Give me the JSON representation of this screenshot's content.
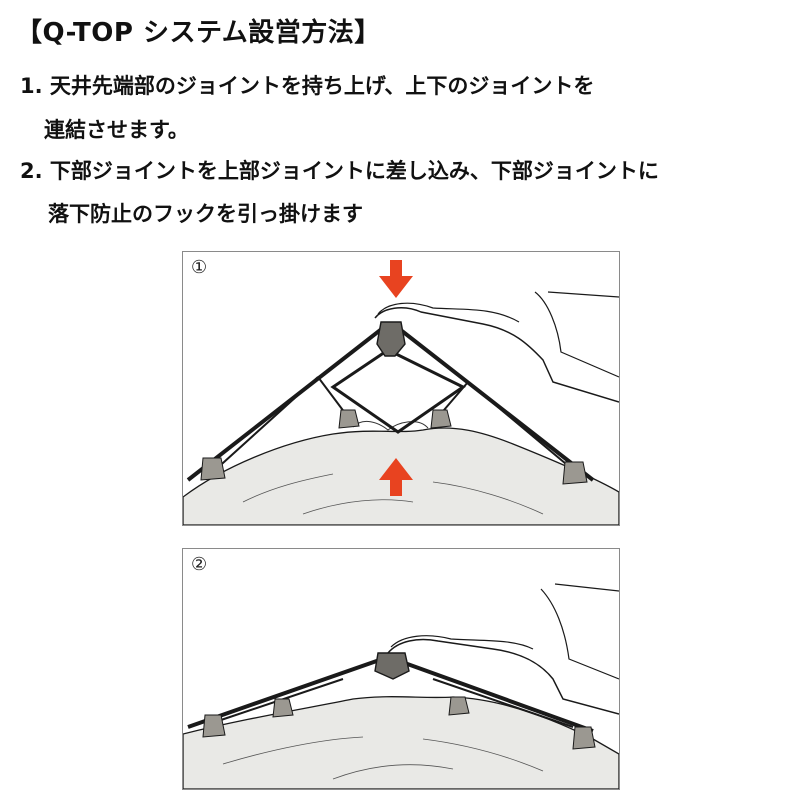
{
  "title": "【Q-TOP システム設営方法】",
  "steps": [
    {
      "line1": "1. 天井先端部のジョイントを持ち上げ、上下のジョイントを",
      "line2": "連結させます。"
    },
    {
      "line1": "2. 下部ジョイントを上部ジョイントに差し込み、下部ジョイントに",
      "line2": "落下防止のフックを引っ掛けます"
    }
  ],
  "panels": [
    {
      "number": "①",
      "arrows": [
        "arrow-down-icon",
        "arrow-up-icon"
      ]
    },
    {
      "number": "②"
    }
  ],
  "colors": {
    "arrow": "#e84320",
    "line": "#1a1a1a",
    "tent": "#e9e9e6",
    "joint": "#9b9891"
  }
}
